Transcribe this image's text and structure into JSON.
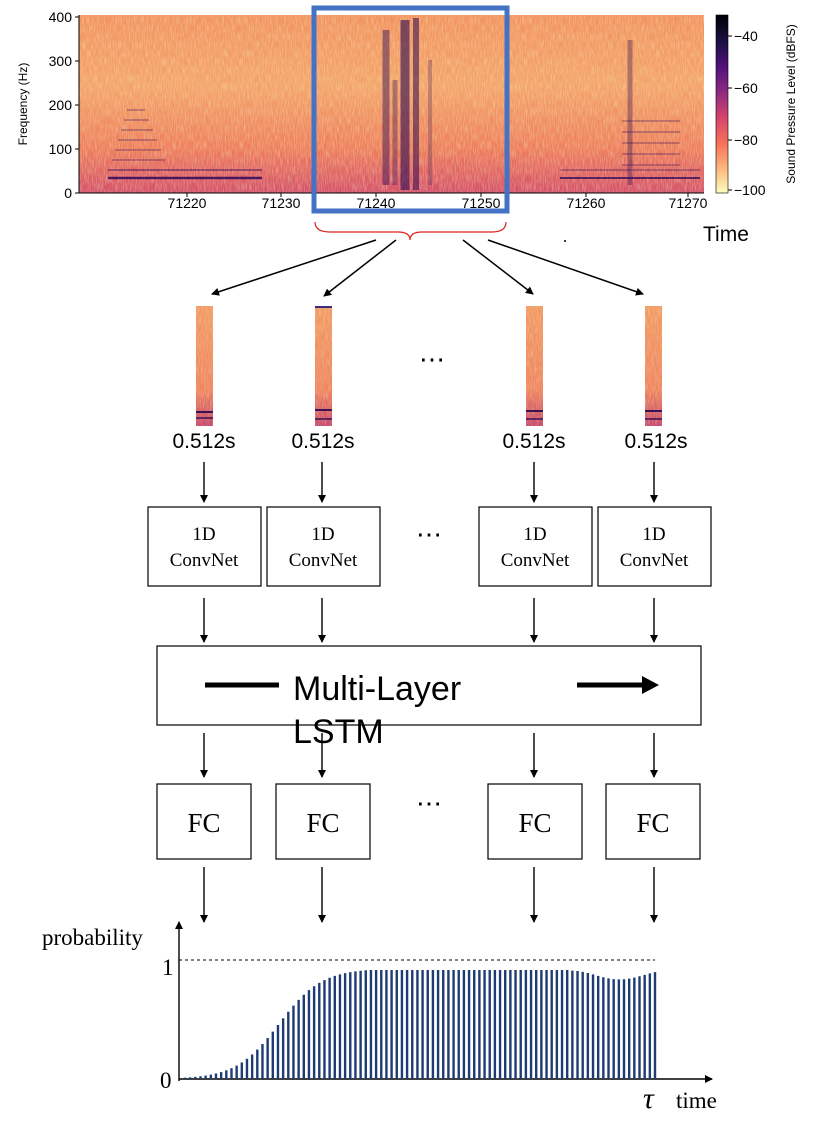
{
  "spectrogram": {
    "y_axis_label": "Frequency (Hz)",
    "y_ticks": [
      "400",
      "300",
      "200",
      "100",
      "0"
    ],
    "x_ticks": [
      "71220",
      "71230",
      "71240",
      "71250",
      "71260",
      "71270"
    ],
    "x_axis_label": "Time",
    "colorbar_label": "Sound Pressure Level (dBFS)",
    "colorbar_ticks": [
      "−40",
      "−60",
      "−80",
      "−100"
    ],
    "colorbar_gradient": [
      "#fcfdbf",
      "#fdb67a",
      "#f7715a",
      "#d6456b",
      "#8c2a81",
      "#51127c",
      "#1c1044",
      "#000004"
    ],
    "highlight_color": "#4472c4",
    "brace_color": "#e02020"
  },
  "windows": {
    "durations": [
      "0.512s",
      "0.512s",
      "0.512s",
      "0.512s"
    ],
    "ellipsis": "⋯"
  },
  "convnet": {
    "blocks": [
      {
        "line1": "1D",
        "line2": "ConvNet"
      },
      {
        "line1": "1D",
        "line2": "ConvNet"
      },
      {
        "line1": "1D",
        "line2": "ConvNet"
      },
      {
        "line1": "1D",
        "line2": "ConvNet"
      }
    ],
    "ellipsis": "⋯"
  },
  "lstm": {
    "line1": "Multi-Layer",
    "line2": "LSTM"
  },
  "fc": {
    "blocks": [
      "FC",
      "FC",
      "FC",
      "FC"
    ],
    "ellipsis": "⋯"
  },
  "probability_plot": {
    "y_label": "probability",
    "y_tick_top": "1",
    "y_tick_bottom": "0",
    "tau_label": "τ",
    "x_label": "time",
    "bar_color": "#1f3b73"
  }
}
